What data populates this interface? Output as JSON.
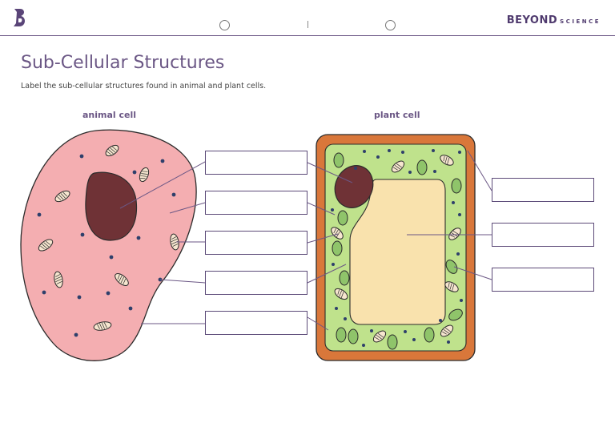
{
  "header": {
    "brand_primary": "BEYOND",
    "brand_secondary": "SCIENCE"
  },
  "page": {
    "title": "Sub-Cellular Structures",
    "instruction": "Label the sub-cellular structures found in animal and plant cells."
  },
  "diagram": {
    "animal_label": "animal cell",
    "plant_label": "plant cell"
  },
  "colors": {
    "accent": "#6b5785",
    "animal_cytoplasm": "#f4aeb1",
    "nucleus": "#6f3236",
    "cell_wall": "#d9773a",
    "plant_cytoplasm": "#bfe28c",
    "vacuole": "#f9e2ad",
    "chloroplast": "#8fc46a"
  }
}
